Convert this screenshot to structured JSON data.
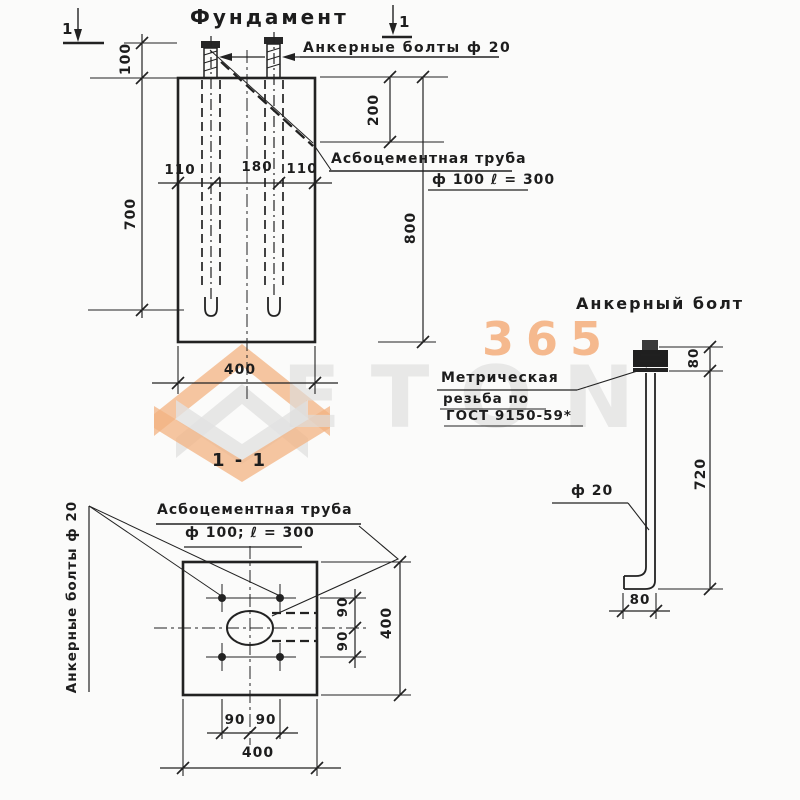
{
  "colors": {
    "line": "#222222",
    "background": "#fbfbfa",
    "watermark_orange": "#f2a264",
    "watermark_gray": "#dcdcdc"
  },
  "watermark": {
    "number": "365",
    "brand": "ETON"
  },
  "top_view": {
    "title": "Фундамент",
    "section_mark_left": "1",
    "section_mark_top": "1",
    "label_anchor_bolts": "Анкерные болты  ф 20",
    "label_pipe_1": "Асбоцементная труба",
    "label_pipe_2": "ф 100  ℓ = 300",
    "dim_protrusion": "100",
    "dim_embed": "700",
    "dim_left": "110",
    "dim_center": "180",
    "dim_right": "110",
    "dim_pipe_top": "200",
    "dim_total_height": "800",
    "dim_width": "400"
  },
  "section_view": {
    "title": "1 - 1",
    "label_pipe_1": "Асбоцементная труба",
    "label_pipe_2": "ф 100;  ℓ = 300",
    "label_anchor_bolts": "Анкерные болты  ф 20",
    "dim_right_90_top": "90",
    "dim_right_90_bottom": "90",
    "dim_right_width": "400",
    "dim_bottom_90_left": "90",
    "dim_bottom_90_right": "90",
    "dim_bottom_width": "400"
  },
  "bolt_detail": {
    "title": "Анкерный болт",
    "label_thread_1": "Метрическая",
    "label_thread_2": "резьба по",
    "label_thread_3": "ГОСТ 9150-59*",
    "label_diameter": "ф 20",
    "dim_head": "80",
    "dim_length": "720",
    "dim_hook": "80"
  }
}
